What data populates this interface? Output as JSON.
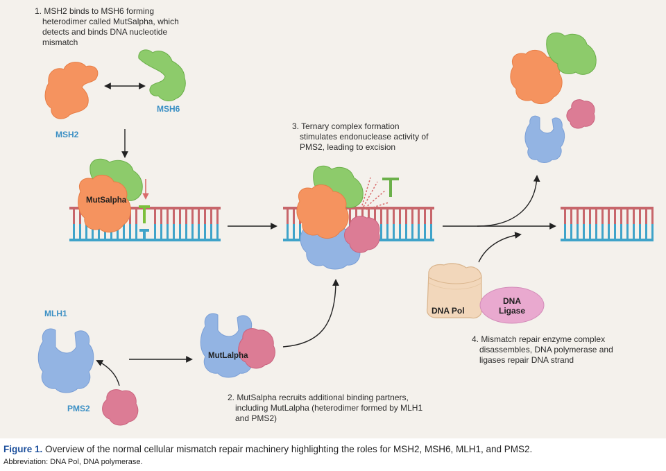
{
  "steps": {
    "s1": [
      "1. MSH2 binds to MSH6 forming",
      "heterodimer called MutSalpha, which",
      "detects and binds DNA nucleotide",
      "mismatch"
    ],
    "s2": [
      "2. MutSalpha recruits additional binding partners,",
      "including MutLalpha (heterodimer formed by MLH1",
      "and PMS2)"
    ],
    "s3": [
      "3. Ternary complex formation",
      "stimulates endonuclease activity of",
      "PMS2, leading to excision"
    ],
    "s4": [
      "4. Mismatch repair enzyme complex",
      "disassembles, DNA polymerase and",
      "ligases repair DNA strand"
    ]
  },
  "labels": {
    "msh2": "MSH2",
    "msh6": "MSH6",
    "mutsalpha": "MutSalpha",
    "mlh1": "MLH1",
    "pms2": "PMS2",
    "mutlalpha": "MutLalpha",
    "dna_pol": "DNA Pol",
    "dna_ligase_1": "DNA",
    "dna_ligase_2": "Ligase"
  },
  "caption": {
    "fig_label": "Figure 1.",
    "text": " Overview of the normal cellular mismatch repair machinery highlighting the roles for MSH2, MSH6, MLH1, and PMS2.",
    "abbreviation": "Abbreviation: DNA Pol, DNA polymerase."
  },
  "colors": {
    "msh2": "#f5935f",
    "msh6": "#8dcb6b",
    "mlh1": "#93b4e3",
    "pms2": "#dc7c95",
    "dna_top": "#c7666b",
    "dna_bottom": "#3fa3c9",
    "mismatch": "#7cbf3c",
    "label_blue": "#3a8fc4",
    "figure_label": "#1c4f9c"
  }
}
